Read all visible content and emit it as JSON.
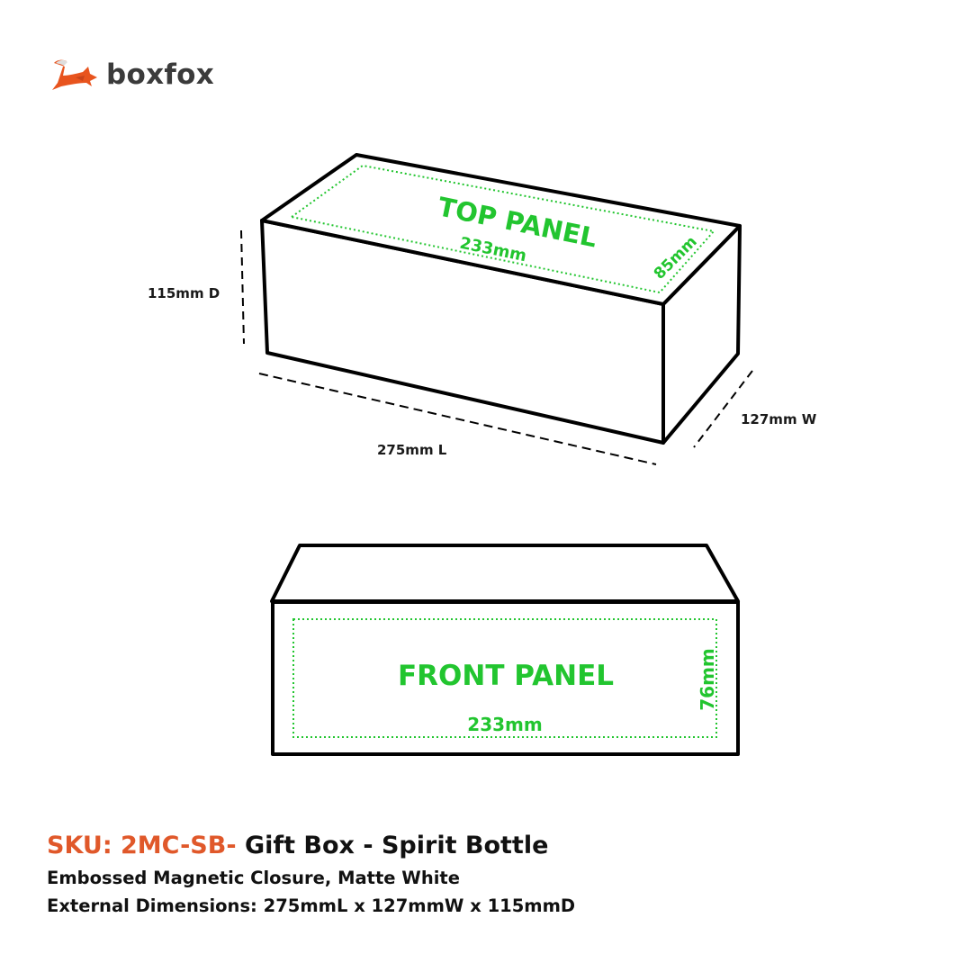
{
  "brand": {
    "name": "boxfox",
    "logo_icon": "fox-icon",
    "logo_color": "#e8541e",
    "text_color": "#3b3b3b"
  },
  "colors": {
    "outline": "#000000",
    "panel_guide": "#22c52f",
    "sku_accent": "#e0582a",
    "text": "#111111"
  },
  "box_3d": {
    "top_panel": {
      "label": "TOP PANEL",
      "length": "233mm",
      "width": "85mm"
    },
    "dimensions": {
      "depth": "115mm D",
      "length": "275mm L",
      "width": "127mm W"
    }
  },
  "box_front": {
    "front_panel": {
      "label": "FRONT PANEL",
      "length": "233mm",
      "height": "76mm"
    }
  },
  "product": {
    "sku": "SKU: 2MC-SB-",
    "name": "Gift Box - Spirit Bottle",
    "description": "Embossed Magnetic Closure, Matte White",
    "dimensions": "External Dimensions: 275mmL x 127mmW x 115mmD"
  }
}
